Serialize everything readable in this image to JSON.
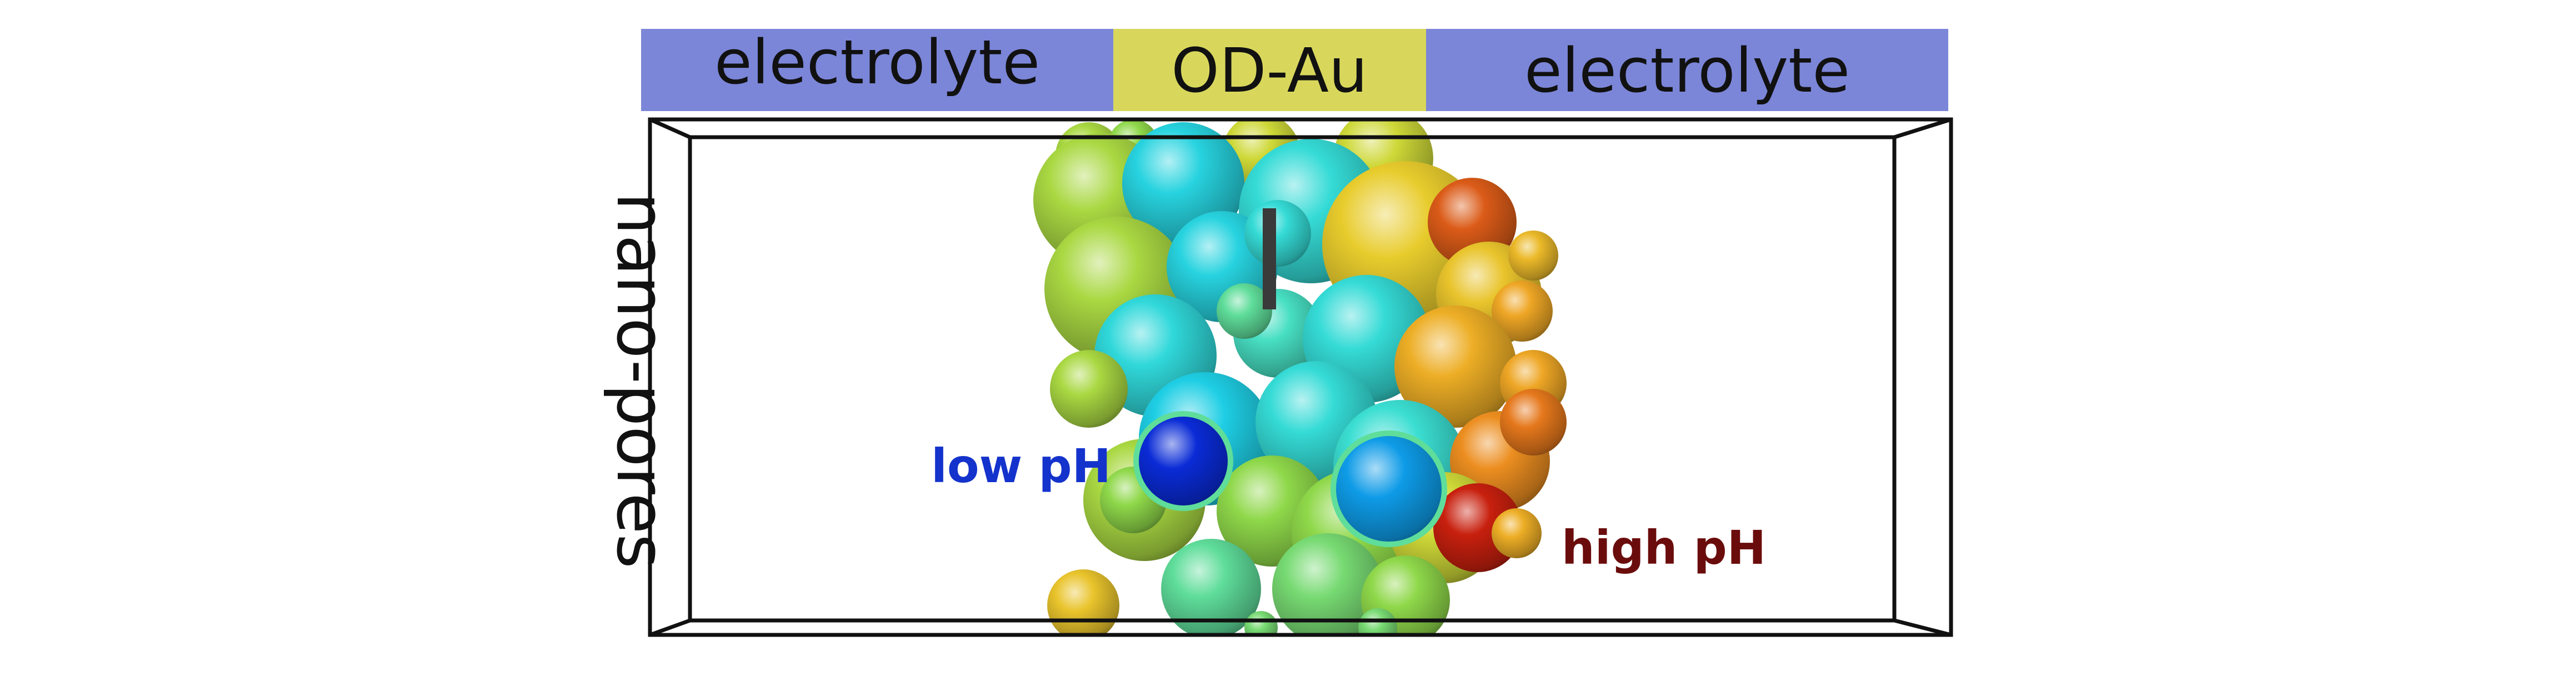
{
  "header": {
    "left_label": "electrolyte",
    "center_label": "OD-Au",
    "right_label": "electrolyte"
  },
  "side_label": "nano-pores",
  "annotations": {
    "low_ph": "low pH",
    "high_ph": "high pH"
  },
  "colors": {
    "electrolyte_band": "#7b86d8",
    "od_au_band": "#d8d75c",
    "frame": "#111111",
    "low_ph_text": "#1433cc",
    "high_ph_text": "#6b0c0c",
    "scale_bar": "#3a3a3a"
  },
  "colormap": [
    "#0a2bd6",
    "#0fc6ee",
    "#3fe0d0",
    "#8fd84a",
    "#e6d830",
    "#f09a22",
    "#c8200e"
  ]
}
